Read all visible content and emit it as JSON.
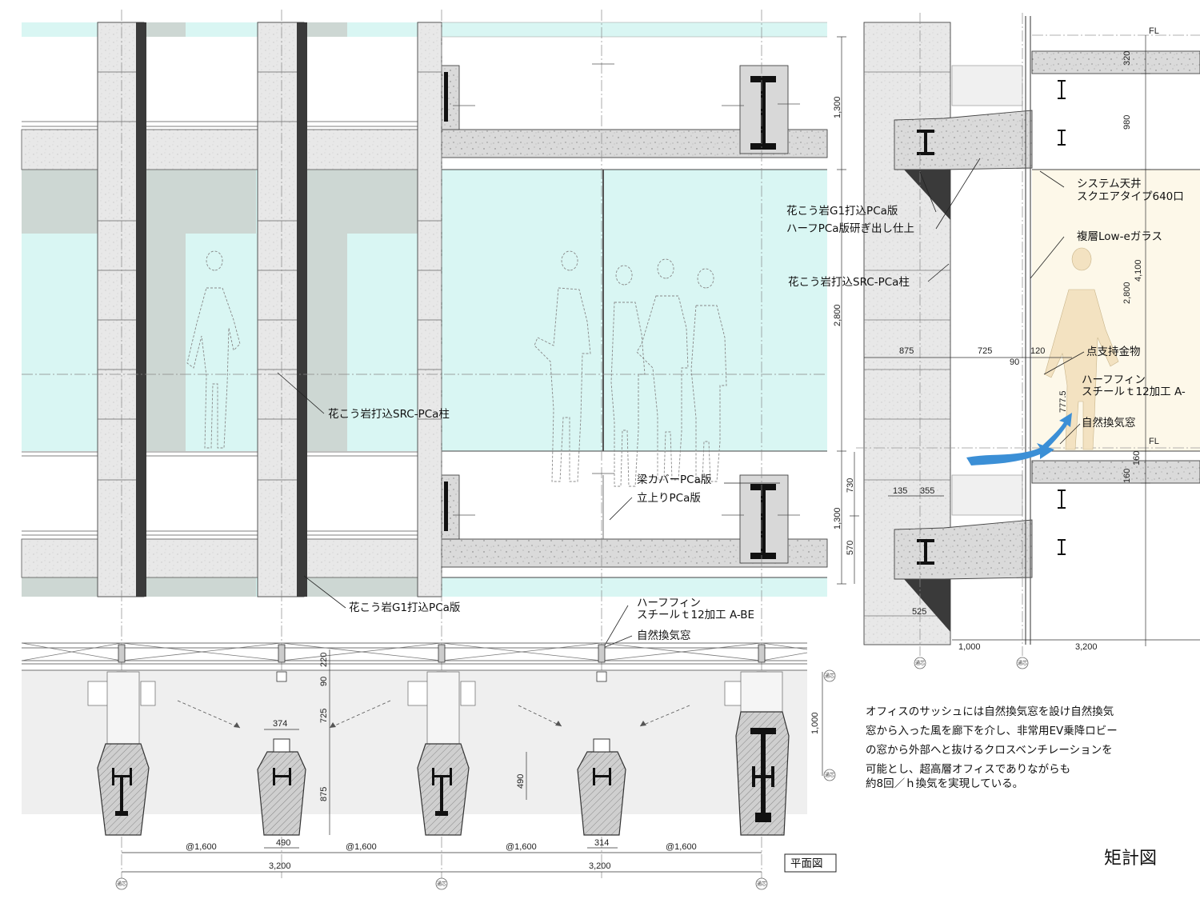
{
  "colors": {
    "glass": "#d9f6f3",
    "glass_dark": "#cfd8d4",
    "stone": "#e6e6e6",
    "concrete": "#d4d4d4",
    "steel": "#111111",
    "office_warm": "#fdf8e9",
    "arrow": "#3b8fd6",
    "line": "#222222"
  },
  "icons": [
    "section-symbol-icon",
    "arrow-icon",
    "person-silhouette-icon"
  ],
  "elevation_labels": {
    "granite_column": "花こう岩打込SRC-PCa柱",
    "granite_panel": "花こう岩G1打込PCa版",
    "beam_cover": "梁カバーPCa版",
    "upstand": "立上りPCa版",
    "half_fin_1": "ハーフフィン",
    "half_fin_2": "スチールｔ12加工 A-BE",
    "natural_vent": "自然換気窓"
  },
  "section_labels": {
    "ceiling_1": "システム天井",
    "ceiling_2": "スクエアタイプ640口",
    "granite_panel": "花こう岩G1打込PCa版",
    "half_panel": "ハーフPCa版研ぎ出し仕上",
    "glass": "複層Low-eガラス",
    "column": "花こう岩打込SRC-PCa柱",
    "point_support": "点支持金物",
    "half_fin_1": "ハーフフィン",
    "half_fin_2": "スチールｔ12加工 A-",
    "natural_vent": "自然換気窓",
    "fl": "FL"
  },
  "elevation_dims": {
    "d1300_top": "1,300",
    "d2800": "2,800",
    "d730": "730",
    "d1300_bot": "1,300",
    "d570": "570"
  },
  "section_dims": {
    "d320": "320",
    "d980": "980",
    "d4100": "4,100",
    "d2800": "2,800",
    "d875": "875",
    "d725": "725",
    "d120": "120",
    "d90": "90",
    "d777": "777.5",
    "d160a": "160",
    "d160b": "160",
    "d135": "135",
    "d355": "355",
    "d525": "525",
    "d1000": "1,000",
    "d3200": "3,200"
  },
  "plan_dims": {
    "pitch": [
      "@1,600",
      "@1,600",
      "@1,600",
      "@1,600"
    ],
    "span": [
      "3,200",
      "3,200"
    ],
    "d374": "374",
    "d490w": "490",
    "d314": "314",
    "d220": "220",
    "d90": "90",
    "d725": "725",
    "d875": "875",
    "d490": "490",
    "d1000": "1,000",
    "grid_mark": "通芯"
  },
  "titles": {
    "plan": "平面図",
    "section": "矩計図"
  },
  "description": [
    "オフィスのサッシュには自然換気窓を設け自然換気",
    "窓から入った風を廊下を介し、非常用EV乗降ロビー",
    "の窓から外部へと抜けるクロスベンチレーションを",
    "可能とし、超高層オフィスでありながらも",
    "約8回／ｈ換気を実現している。"
  ]
}
